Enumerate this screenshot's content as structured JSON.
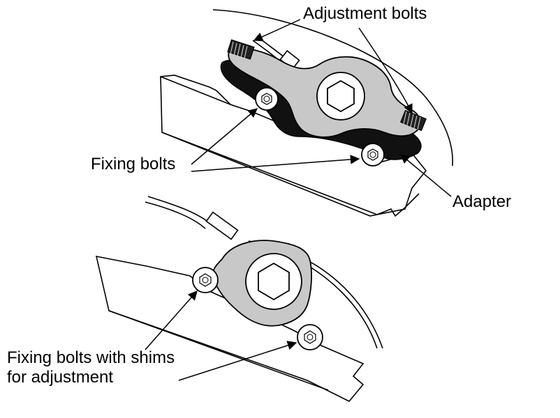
{
  "figure": {
    "labels": {
      "adjustment_bolts": "Adjustment bolts",
      "fixing_bolts": "Fixing bolts",
      "adapter": "Adapter",
      "fixing_bolts_shims_line1": "Fixing bolts with shims",
      "fixing_bolts_shims_line2": "for adjustment"
    },
    "colors": {
      "ink": "#000000",
      "caliper_fill": "#c8c8c8",
      "adapter_fill": "#111111",
      "background": "#ffffff"
    }
  }
}
